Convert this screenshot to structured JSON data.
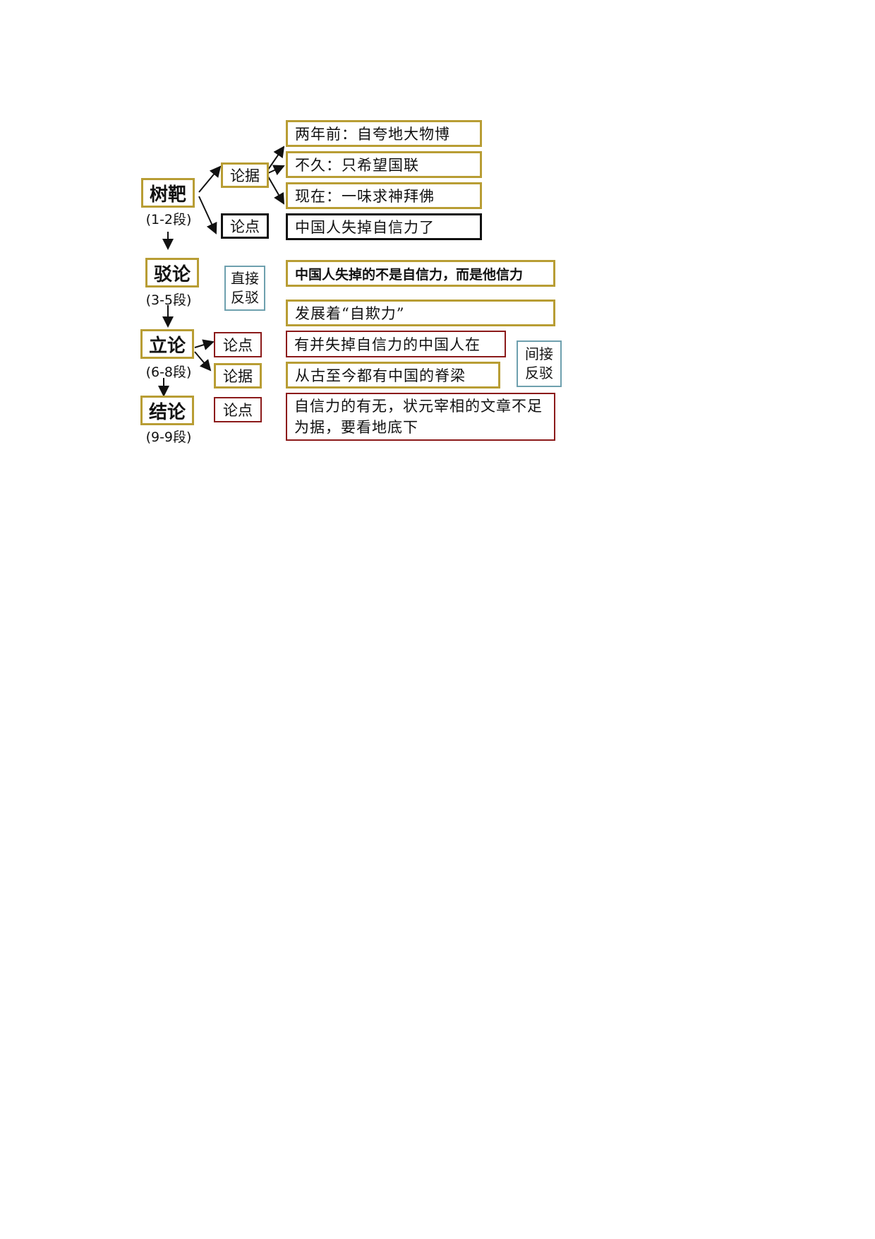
{
  "stages": {
    "shuba": {
      "title": "树靶",
      "paragraphs": "(1-2段)"
    },
    "bolun": {
      "title": "驳论",
      "paragraphs": "(3-5段)"
    },
    "lilun": {
      "title": "立论",
      "paragraphs": "(6-8段)"
    },
    "jielun": {
      "title": "结论",
      "paragraphs": "(9-9段)"
    }
  },
  "labels": {
    "shuba_lunju": "论据",
    "shuba_lundian": "论点",
    "direct_refute": [
      "直接",
      "反驳"
    ],
    "lilun_lundian": "论点",
    "lilun_lunju": "论据",
    "jielun_lundian": "论点",
    "indirect_refute": [
      "间接",
      "反驳"
    ]
  },
  "contents": {
    "shuba_evidence": [
      "两年前：自夸地大物博",
      "不久：只希望国联",
      "现在：一味求神拜佛"
    ],
    "shuba_point": "中国人失掉自信力了",
    "bolun_points": [
      "中国人失掉的不是自信力，而是他信力",
      "发展着“自欺力”"
    ],
    "lilun_point": "有并失掉自信力的中国人在",
    "lilun_evidence": "从古至今都有中国的脊梁",
    "jielun_point": "自信力的有无，状元宰相的文章不足为据，要看地底下"
  }
}
